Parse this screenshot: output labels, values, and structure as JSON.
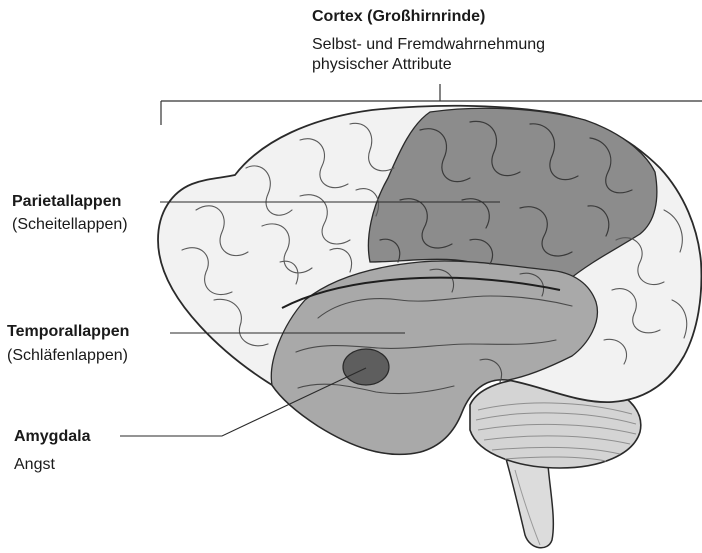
{
  "cortex": {
    "title": "Cortex (Großhirnrinde)",
    "line1": "Selbst- und Fremdwahrnehmung",
    "line2": "physischer Attribute"
  },
  "parietal": {
    "title": "Parietallappen",
    "subtitle": "(Scheitellappen)"
  },
  "temporal": {
    "title": "Temporallappen",
    "subtitle": "(Schläfenlappen)"
  },
  "amygdala": {
    "title": "Amygdala",
    "subtitle": "Angst"
  },
  "colors": {
    "cortex_light": "#f2f2f2",
    "highlight_parietal": "#8c8c8c",
    "highlight_temporal": "#a9a9a9",
    "amygdala": "#5e5e5e",
    "cerebellum": "#d4d4d4",
    "outline": "#2a2a2a"
  }
}
